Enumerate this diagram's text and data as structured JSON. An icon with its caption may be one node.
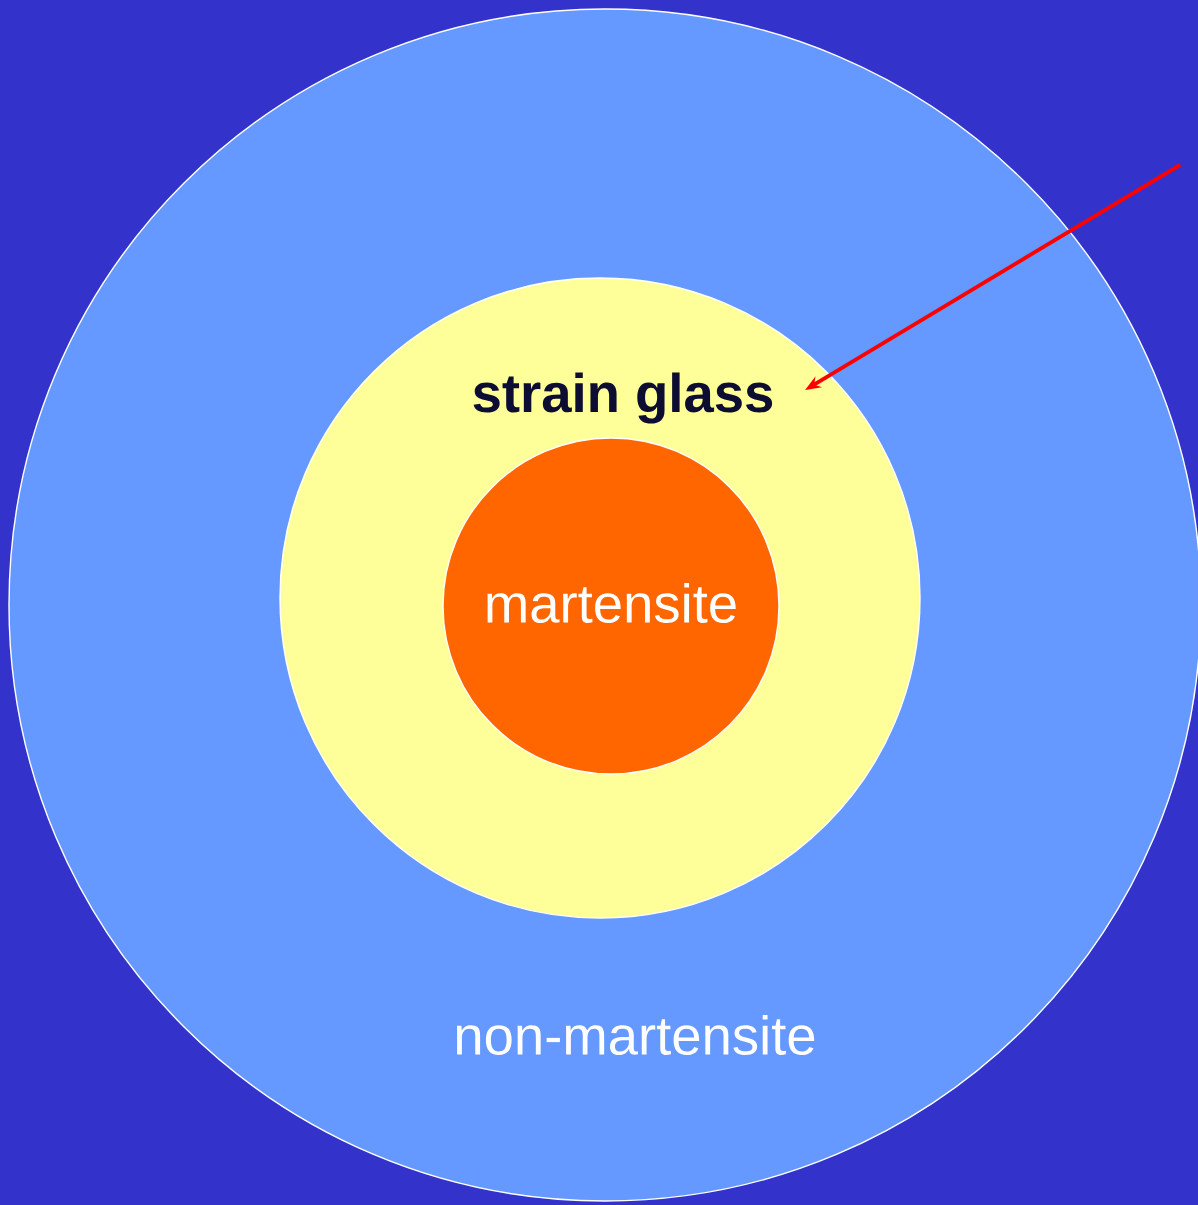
{
  "diagram": {
    "nodes": [
      {
        "text": [
          "non-martensite"
        ]
      },
      {
        "text": [
          "strain glass"
        ],
        "in": 0
      },
      {
        "text": [
          "martensite"
        ],
        "in": 1
      }
    ],
    "edges": [
      {
        "from": null,
        "to": 1,
        "arrow": "to",
        "color": "#ff0000"
      }
    ]
  }
}
